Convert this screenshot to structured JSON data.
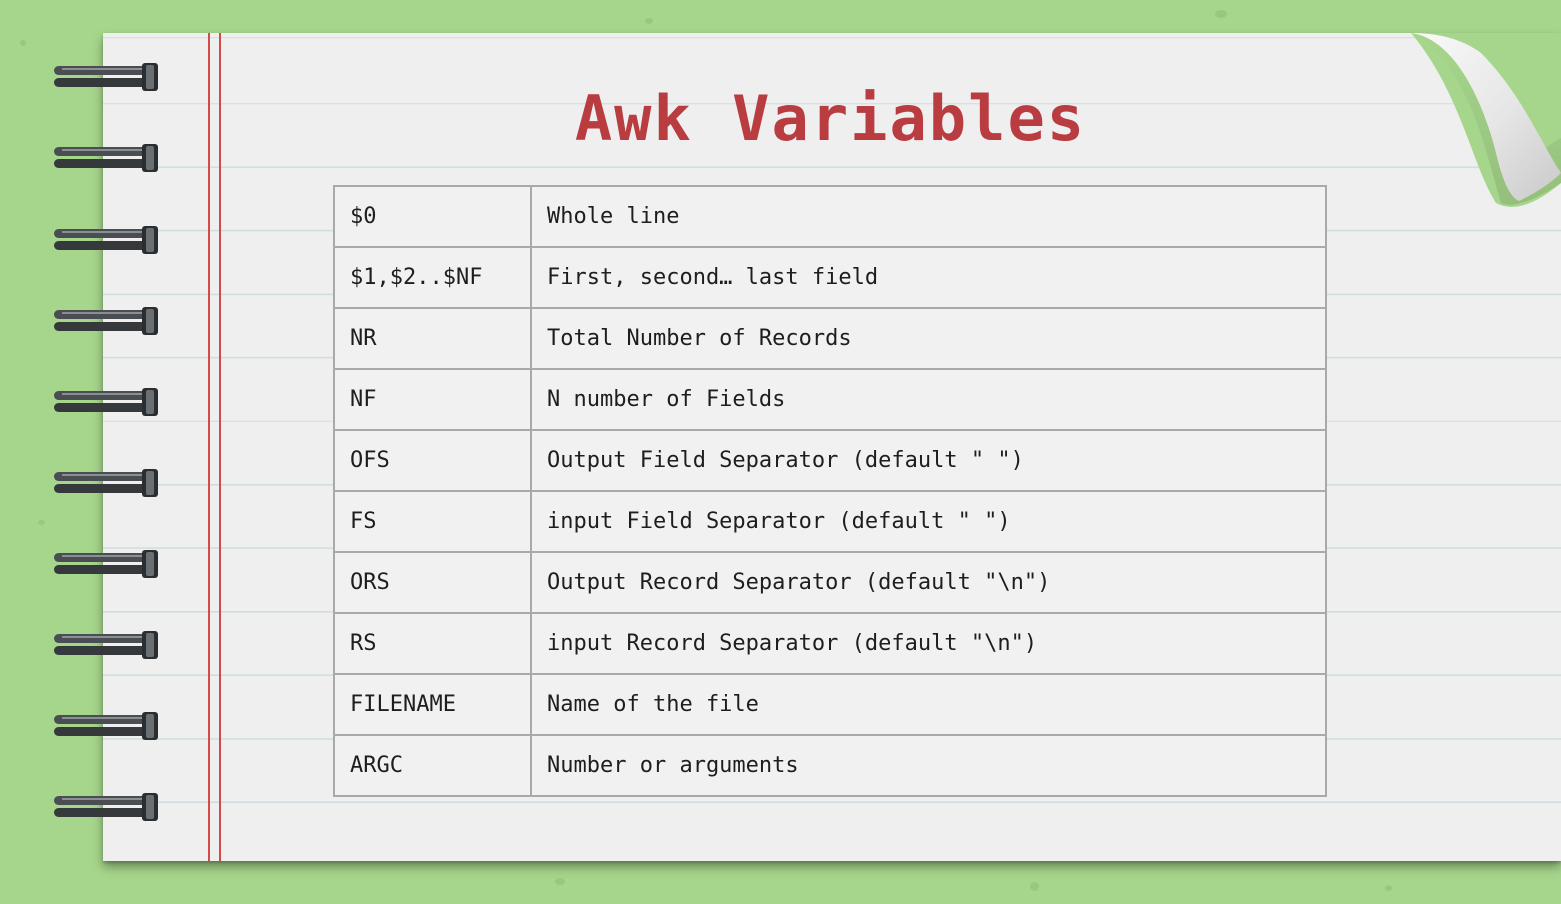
{
  "title": "Awk Variables",
  "colors": {
    "background": "#a6d68b",
    "paper": "#efefef",
    "title": "#b83c40",
    "margin_line": "#d44a4a",
    "table_border": "#a9a9a9"
  },
  "variables": [
    {
      "name": "$0",
      "description": "Whole line"
    },
    {
      "name": "$1,$2..$NF",
      "description": "First, second… last field"
    },
    {
      "name": "NR",
      "description": "Total Number of Records"
    },
    {
      "name": "NF",
      "description": "N number of Fields"
    },
    {
      "name": "OFS",
      "description": "Output Field Separator (default \" \")"
    },
    {
      "name": "FS",
      "description": "input Field Separator (default \" \")"
    },
    {
      "name": "ORS",
      "description": "Output Record Separator (default \"\\n\")"
    },
    {
      "name": "RS",
      "description": "input Record Separator (default \"\\n\")"
    },
    {
      "name": "FILENAME",
      "description": "Name of the file"
    },
    {
      "name": "ARGC",
      "description": "Number or arguments"
    }
  ]
}
